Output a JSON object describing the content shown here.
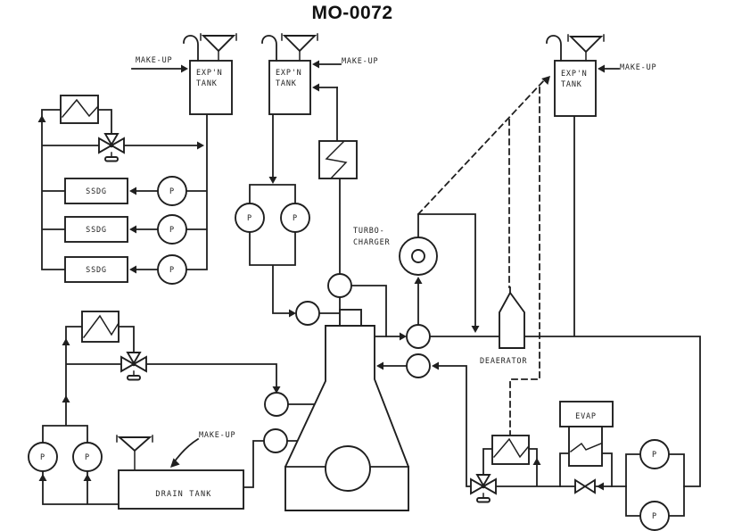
{
  "title": "MO-0072",
  "labels": {
    "expn_line1": "EXP'N",
    "expn_line2": "TANK",
    "make_up": "MAKE-UP",
    "ssdg": "SSDG",
    "pump": "P",
    "turbo_line1": "TURBO-",
    "turbo_line2": "CHARGER",
    "deaerator": "DEAERATOR",
    "drain_tank": "DRAIN TANK",
    "evap": "EVAP"
  },
  "equipment_summary": {
    "expansion_tanks": 3,
    "ssdg_generators": 3,
    "pumps": 9,
    "heat_exchangers": 5,
    "three_way_valves": 3,
    "gate_valves": 1,
    "turbocharger": 1,
    "deaerator": 1,
    "drain_tank": 1,
    "evaporator": 1,
    "make_up_connections": 4
  },
  "colors": {
    "ink": "#1f1f1f",
    "paper": "#ffffff"
  }
}
